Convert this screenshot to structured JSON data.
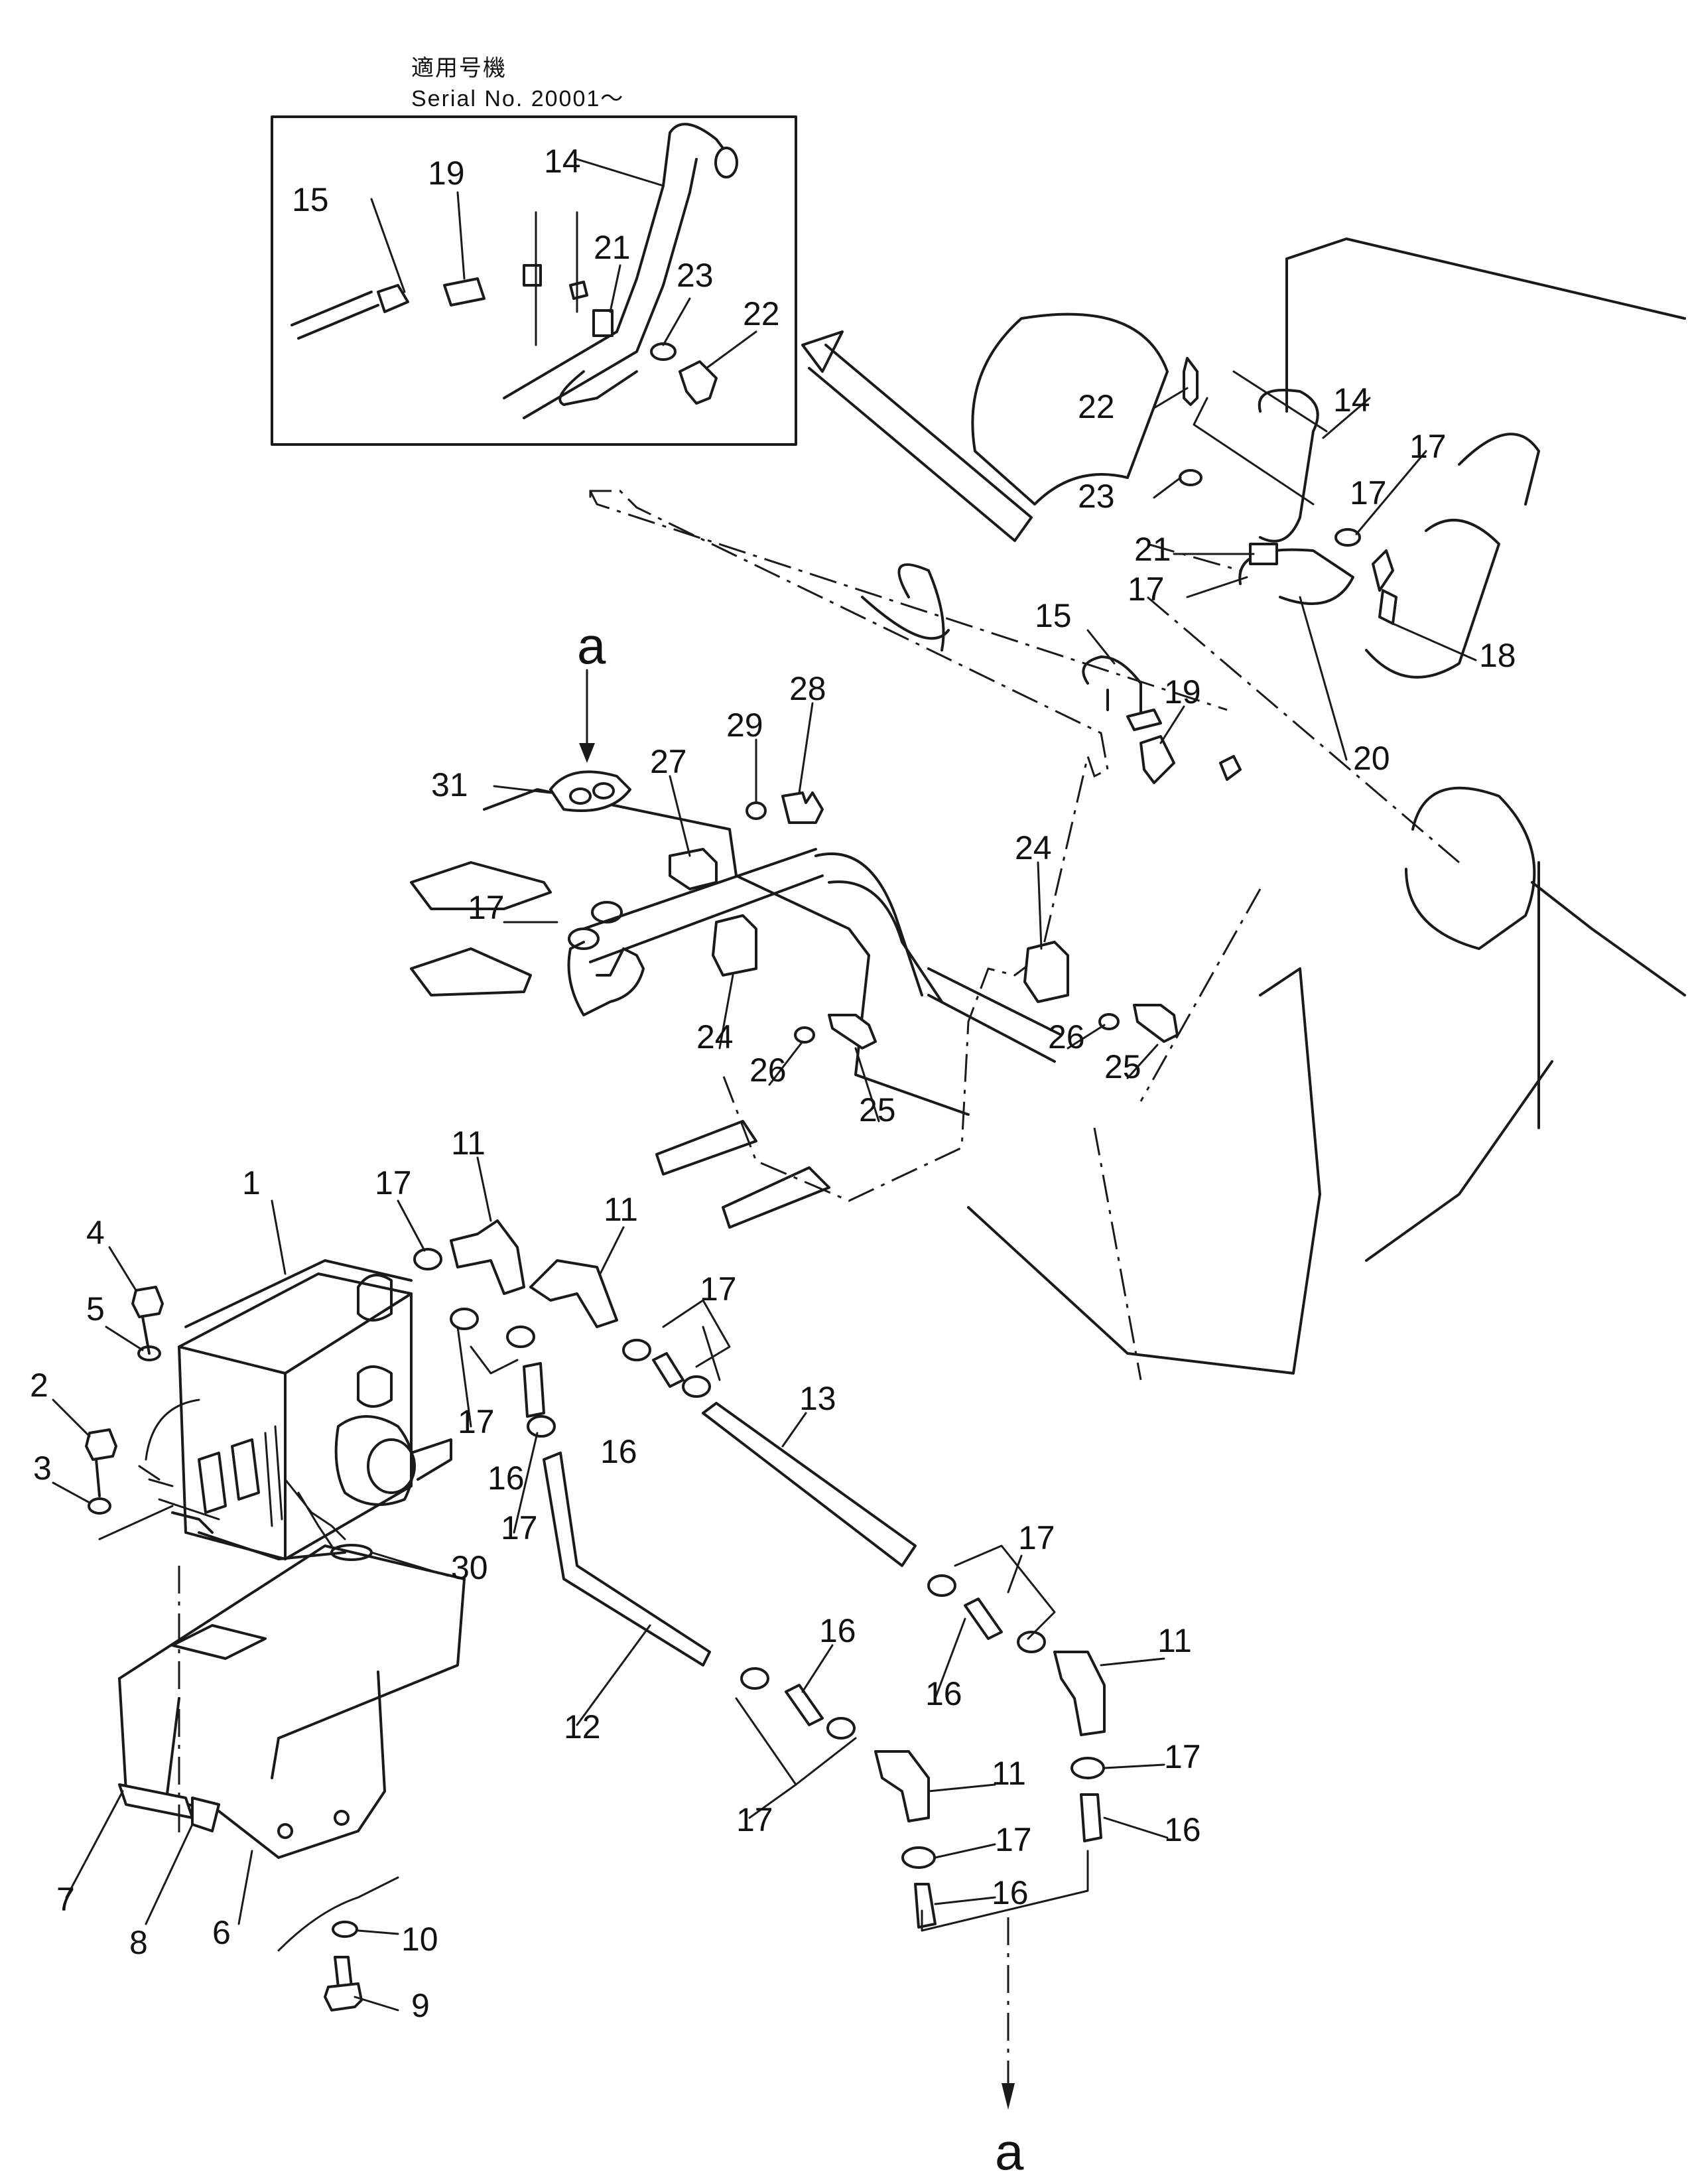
{
  "inset_header": {
    "applicable_label": "適用号機",
    "serial_label": "Serial No. 20001～"
  },
  "reference_marks": {
    "top": "a",
    "bottom": "a"
  },
  "part_callouts": [
    {
      "id": "c1",
      "label": "1"
    },
    {
      "id": "c2",
      "label": "2"
    },
    {
      "id": "c3",
      "label": "3"
    },
    {
      "id": "c4",
      "label": "4"
    },
    {
      "id": "c5",
      "label": "5"
    },
    {
      "id": "c6",
      "label": "6"
    },
    {
      "id": "c7",
      "label": "7"
    },
    {
      "id": "c8",
      "label": "8"
    },
    {
      "id": "c9",
      "label": "9"
    },
    {
      "id": "c10",
      "label": "10"
    },
    {
      "id": "c11a",
      "label": "11"
    },
    {
      "id": "c11b",
      "label": "11"
    },
    {
      "id": "c11c",
      "label": "11"
    },
    {
      "id": "c11d",
      "label": "11"
    },
    {
      "id": "c12",
      "label": "12"
    },
    {
      "id": "c13",
      "label": "13"
    },
    {
      "id": "c14i",
      "label": "14"
    },
    {
      "id": "c14",
      "label": "14"
    },
    {
      "id": "c15i",
      "label": "15"
    },
    {
      "id": "c15",
      "label": "15"
    },
    {
      "id": "c16a",
      "label": "16"
    },
    {
      "id": "c16b",
      "label": "16"
    },
    {
      "id": "c16c",
      "label": "16"
    },
    {
      "id": "c16d",
      "label": "16"
    },
    {
      "id": "c16e",
      "label": "16"
    },
    {
      "id": "c16f",
      "label": "16"
    },
    {
      "id": "c17a",
      "label": "17"
    },
    {
      "id": "c17b",
      "label": "17"
    },
    {
      "id": "c17c",
      "label": "17"
    },
    {
      "id": "c17d",
      "label": "17"
    },
    {
      "id": "c17e",
      "label": "17"
    },
    {
      "id": "c17f",
      "label": "17"
    },
    {
      "id": "c17g",
      "label": "17"
    },
    {
      "id": "c17h",
      "label": "17"
    },
    {
      "id": "c17i",
      "label": "17"
    },
    {
      "id": "c17j",
      "label": "17"
    },
    {
      "id": "c17k",
      "label": "17"
    },
    {
      "id": "c17l",
      "label": "17"
    },
    {
      "id": "c18",
      "label": "18"
    },
    {
      "id": "c19i",
      "label": "19"
    },
    {
      "id": "c19",
      "label": "19"
    },
    {
      "id": "c20",
      "label": "20"
    },
    {
      "id": "c21i",
      "label": "21"
    },
    {
      "id": "c21",
      "label": "21"
    },
    {
      "id": "c22i",
      "label": "22"
    },
    {
      "id": "c22",
      "label": "22"
    },
    {
      "id": "c23i",
      "label": "23"
    },
    {
      "id": "c23",
      "label": "23"
    },
    {
      "id": "c24a",
      "label": "24"
    },
    {
      "id": "c24b",
      "label": "24"
    },
    {
      "id": "c25a",
      "label": "25"
    },
    {
      "id": "c25b",
      "label": "25"
    },
    {
      "id": "c26a",
      "label": "26"
    },
    {
      "id": "c26b",
      "label": "26"
    },
    {
      "id": "c27",
      "label": "27"
    },
    {
      "id": "c28",
      "label": "28"
    },
    {
      "id": "c29",
      "label": "29"
    },
    {
      "id": "c30",
      "label": "30"
    },
    {
      "id": "c31",
      "label": "31"
    }
  ]
}
